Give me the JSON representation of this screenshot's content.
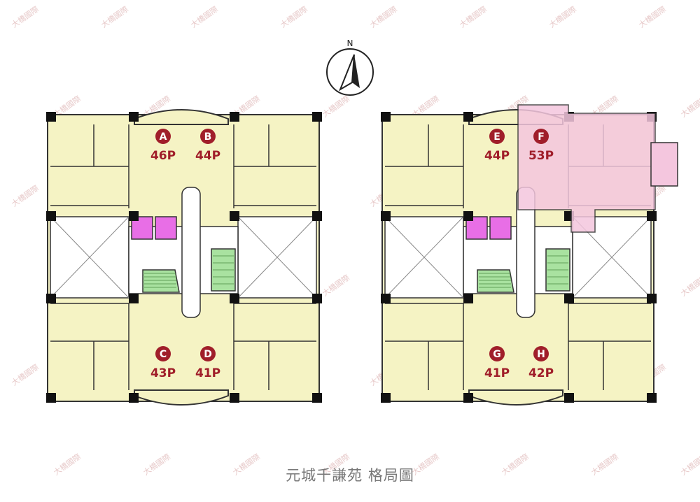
{
  "compass": {
    "label": "N"
  },
  "units": [
    {
      "letter": "A",
      "size": "46P",
      "highlight": false
    },
    {
      "letter": "B",
      "size": "44P",
      "highlight": false
    },
    {
      "letter": "C",
      "size": "43P",
      "highlight": false
    },
    {
      "letter": "D",
      "size": "41P",
      "highlight": false
    },
    {
      "letter": "E",
      "size": "44P",
      "highlight": false
    },
    {
      "letter": "F",
      "size": "53P",
      "highlight": true
    },
    {
      "letter": "G",
      "size": "41P",
      "highlight": false
    },
    {
      "letter": "H",
      "size": "42P",
      "highlight": false
    }
  ],
  "caption": "元城千謙苑 格局圖",
  "watermark": "大橋國際",
  "colors": {
    "floor": "#f5f3c4",
    "wall": "#333333",
    "badge": "#a01e2a",
    "elevator": "#e86ee6",
    "stair": "#a9e2a0",
    "highlight": "#f4c6de"
  }
}
